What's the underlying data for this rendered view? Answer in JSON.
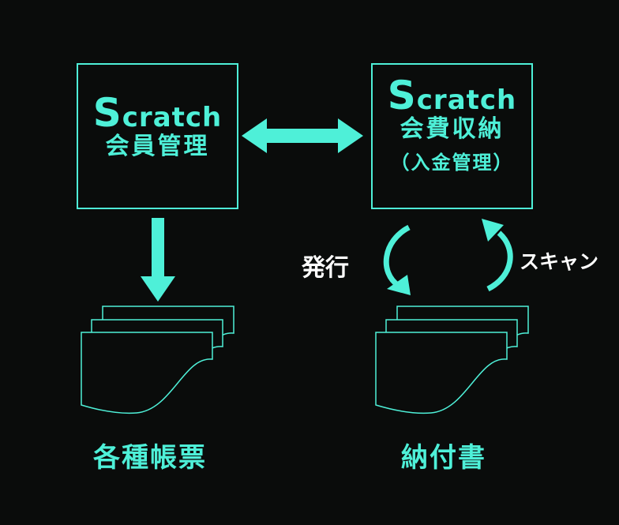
{
  "colors": {
    "accent": "#4ef0d8",
    "background": "#0a0c0b",
    "text_white": "#ffffff"
  },
  "left_box": {
    "brand_initial": "S",
    "brand_rest": "cratch",
    "title": "会員管理"
  },
  "right_box": {
    "brand_initial": "S",
    "brand_rest": "cratch",
    "title": "会費収納",
    "subtitle": "（入金管理）"
  },
  "labels": {
    "issue": "発行",
    "scan": "スキャン",
    "documents_left": "各種帳票",
    "documents_right": "納付書"
  }
}
